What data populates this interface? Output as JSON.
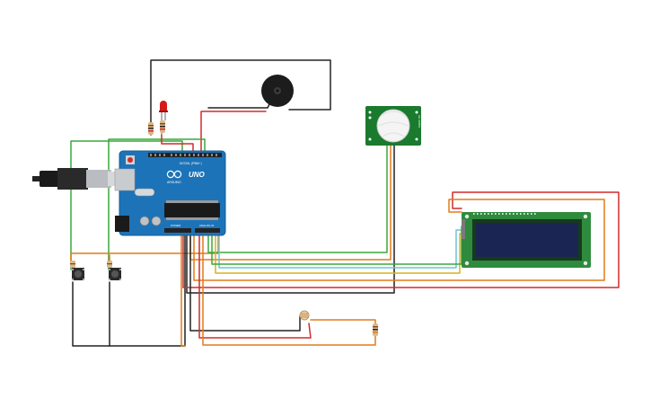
{
  "arduino": {
    "brand": "UNO",
    "logo_text": "ARDUINO",
    "header_label": "DIGITAL (PWM~)",
    "power_label": "POWER",
    "analog_label": "ANALOG IN"
  },
  "pir": {
    "side_label": "HC-SR501"
  },
  "colors": {
    "background": "#ffffff",
    "arduino_board": "#1d73b7",
    "pir_board": "#1a7a2e",
    "lcd_board": "#2e8b3e",
    "lcd_screen": "#1b2553",
    "wire_black": "#222222",
    "wire_red": "#d12c2c",
    "wire_green": "#3aa83a",
    "wire_orange": "#e07b1a",
    "wire_yellow": "#d8b21c",
    "wire_cyan": "#6cc3dc",
    "wire_brown": "#8a4a1a",
    "led_red": "#d41a1a",
    "buzzer": "#1c1c1c"
  },
  "components": [
    {
      "name": "arduino-uno",
      "icon": "microcontroller-board"
    },
    {
      "name": "usb-cable",
      "icon": "usb-plug"
    },
    {
      "name": "red-led",
      "icon": "led"
    },
    {
      "name": "piezo-buzzer",
      "icon": "buzzer"
    },
    {
      "name": "pir-sensor",
      "icon": "motion-sensor"
    },
    {
      "name": "lcd-16x2",
      "icon": "lcd-display"
    },
    {
      "name": "pushbutton-1",
      "icon": "pushbutton"
    },
    {
      "name": "pushbutton-2",
      "icon": "pushbutton"
    },
    {
      "name": "photoresistor",
      "icon": "ldr"
    },
    {
      "name": "resistor",
      "icon": "resistor"
    }
  ]
}
